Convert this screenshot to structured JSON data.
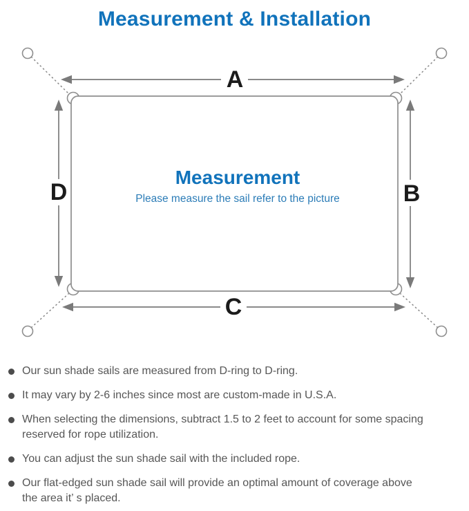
{
  "page_title": "Measurement & Installation",
  "diagram": {
    "side_labels": {
      "top": "A",
      "right": "B",
      "bottom": "C",
      "left": "D"
    },
    "center": {
      "heading": "Measurement",
      "subtitle": "Please measure the sail refer to the picture"
    },
    "icon_names": [
      "anchor-point-circle",
      "d-ring",
      "shade-sail-rectangle",
      "dimension-arrow",
      "rope-dashed-line"
    ]
  },
  "notes": [
    {
      "lines": [
        "Our sun shade sails are measured from D-ring to D-ring."
      ]
    },
    {
      "lines": [
        "It may vary by 2-6 inches since most are custom-made in U.S.A."
      ]
    },
    {
      "lines": [
        "When selecting the dimensions, subtract 1.5 to 2 feet to account for some spacing",
        "reserved for rope utilization."
      ]
    },
    {
      "lines": [
        "You can adjust the sun shade sail with the included rope."
      ]
    },
    {
      "lines": [
        "Our flat-edged sun shade sail will provide an optimal amount of coverage above",
        "the area it’ s placed."
      ]
    }
  ],
  "colors": {
    "title_blue": "#1173bb",
    "heading_blue": "#1173bb",
    "subtitle_blue": "#2b7cb7",
    "outline_gray": "#8e8e8e",
    "arrow_gray": "#7a7a7a",
    "label_black": "#1b1b1b",
    "note_text_gray": "#565656",
    "background": "#ffffff"
  }
}
